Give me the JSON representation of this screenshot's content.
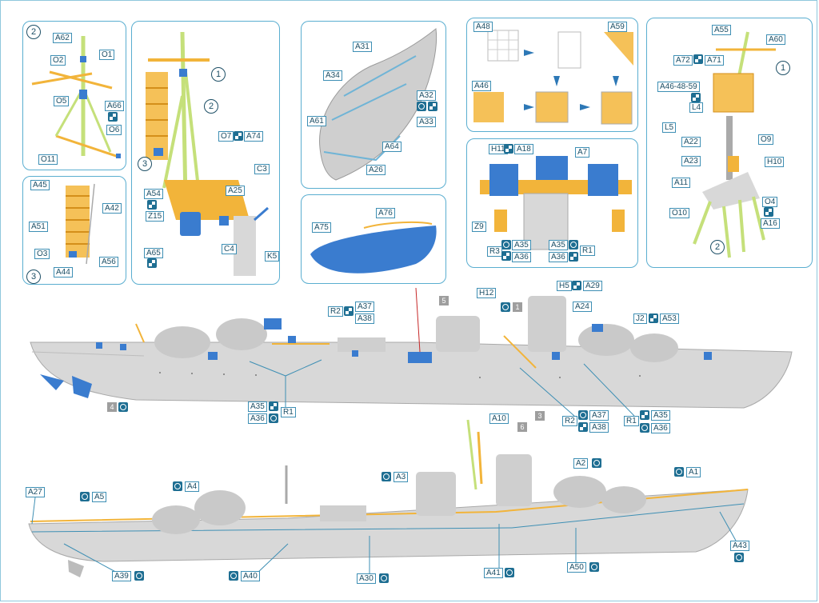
{
  "labels": {
    "a62": "A62",
    "o2": "O2",
    "o1": "O1",
    "o5": "O5",
    "a66": "A66",
    "o6": "O6",
    "o11": "O11",
    "a45": "A45",
    "a42": "A42",
    "a51": "A51",
    "o3": "O3",
    "a56": "A56",
    "a44": "A44",
    "o7": "O7",
    "a74": "A74",
    "a25": "A25",
    "a54": "A54",
    "z15": "Z15",
    "a65": "A65",
    "c4": "C4",
    "c3": "C3",
    "k5": "K5",
    "a31": "A31",
    "a34": "A34",
    "a32": "A32",
    "a33": "A33",
    "a61": "A61",
    "a64": "A64",
    "a26": "A26",
    "a75": "A75",
    "a76": "A76",
    "a48": "A48",
    "a59": "A59",
    "a46": "A46",
    "h11": "H11",
    "a18": "A18",
    "a7": "A7",
    "z9": "Z9",
    "r3": "R3",
    "a35": "A35",
    "a36": "A36",
    "r1": "R1",
    "a55": "A55",
    "a60": "A60",
    "a72": "A72",
    "a71": "A71",
    "a46_48_59": "A46-48-59",
    "l4": "L4",
    "l5": "L5",
    "a22": "A22",
    "o9": "O9",
    "a23": "A23",
    "h10": "H10",
    "a11": "A11",
    "o10": "O10",
    "o4": "O4",
    "a16": "A16",
    "h12": "H12",
    "h5": "H5",
    "a29": "A29",
    "a24": "A24",
    "r2": "R2",
    "a37": "A37",
    "a38": "A38",
    "j2": "J2",
    "a53": "A53",
    "a10": "A10",
    "a27": "A27",
    "a5": "A5",
    "a4": "A4",
    "a3": "A3",
    "a2": "A2",
    "a1": "A1",
    "a43": "A43",
    "a39": "A39",
    "a40": "A40",
    "a30": "A30",
    "a41": "A41",
    "a50": "A50"
  },
  "step_numbers": {
    "n1": "1",
    "n2": "2",
    "n3": "3",
    "n4": "4",
    "n5": "5",
    "n6": "6"
  },
  "colors": {
    "panel_border": "#5aaed0",
    "label_border": "#3e8fb4",
    "badge": "#1e6e92",
    "photo_etch": "#f2b43a",
    "mast_green": "#c5e07a",
    "resin_blue": "#3a7ccf",
    "hull_grey": "#d8d8d8"
  }
}
